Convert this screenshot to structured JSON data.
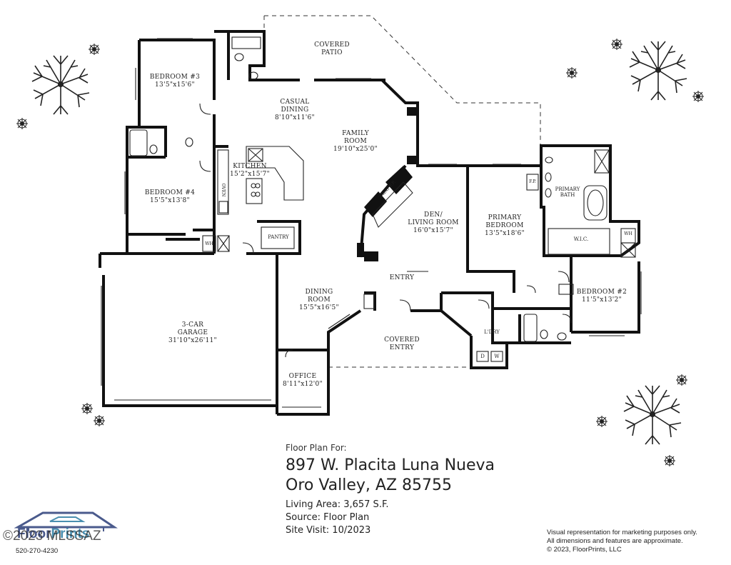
{
  "rooms": {
    "covered_patio": {
      "name_line1": "Covered",
      "name_line2": "Patio"
    },
    "bedroom3": {
      "name": "Bedroom #3",
      "dims": "13'5\"x15'6\""
    },
    "casual_dining": {
      "name_line1": "Casual",
      "name_line2": "Dining",
      "dims": "8'10\"x11'6\""
    },
    "family_room": {
      "name_line1": "Family",
      "name_line2": "Room",
      "dims": "19'10\"x25'0\""
    },
    "kitchen": {
      "name": "Kitchen",
      "dims": "15'2\"x15'7\""
    },
    "bedroom4": {
      "name": "Bedroom #4",
      "dims": "15'5\"x13'8\""
    },
    "den": {
      "name_line1": "Den/",
      "name_line2": "Living Room",
      "dims": "16'0\"x15'7\""
    },
    "primary_bedroom": {
      "name_line1": "Primary",
      "name_line2": "Bedroom",
      "dims": "13'5\"x18'6\""
    },
    "primary_bath": {
      "name_line1": "Primary",
      "name_line2": "Bath"
    },
    "pantry": {
      "name": "Pantry"
    },
    "entry": {
      "name": "Entry"
    },
    "dining_room": {
      "name_line1": "Dining",
      "name_line2": "Room",
      "dims": "15'5\"x16'5\""
    },
    "garage": {
      "name_line1": "3-Car",
      "name_line2": "Garage",
      "dims": "31'10\"x26'11\""
    },
    "bedroom2": {
      "name": "Bedroom #2",
      "dims": "11'5\"x13'2\""
    },
    "laundry": {
      "name": "L'dry"
    },
    "covered_entry": {
      "name_line1": "Covered",
      "name_line2": "Entry"
    },
    "office": {
      "name": "Office",
      "dims": "8'11\"x12'0\""
    },
    "wic": {
      "name": "W.I.C."
    }
  },
  "fixtures": {
    "fireplace_family": "2-Way F.P.",
    "fireplace_primary": "F.P.",
    "oven": "Oven",
    "water_heater": "WH",
    "washer": "W",
    "dryer": "D"
  },
  "info": {
    "floor_plan_for": "Floor Plan For:",
    "address_line1": "897 W. Placita Luna Nueva",
    "address_line2": "Oro Valley, AZ  85755",
    "living_area": "Living Area:  3,657 S.F.",
    "source": "Source:  Floor Plan",
    "site_visit": "Site Visit:  10/2023"
  },
  "disclaimer": {
    "line1": "Visual representation for marketing purposes only.",
    "line2": "All dimensions and features are approximate.",
    "line3": "© 2023, FloorPrints, LLC"
  },
  "branding": {
    "logo_part1": "Floor",
    "logo_part2": "Prints",
    "watermark": "©2023 MLSSAZ",
    "phone": "520-270-4230"
  },
  "colors": {
    "wall": "#111111",
    "line": "#222222",
    "logo_dark": "#4a5a8c",
    "logo_accent": "#4a8fb0"
  }
}
